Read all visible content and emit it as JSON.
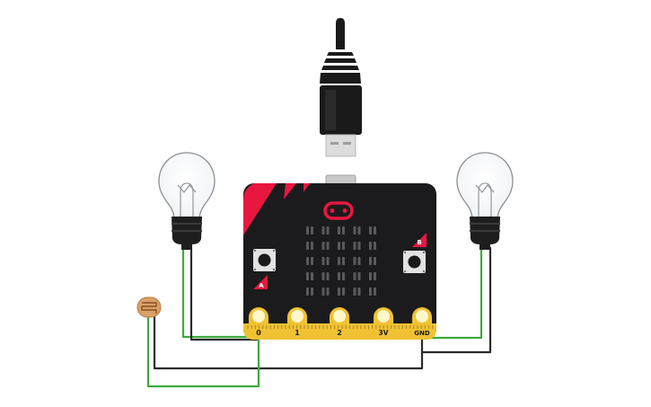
{
  "board": {
    "pins": [
      {
        "id": "pin0",
        "label": "0"
      },
      {
        "id": "pin1",
        "label": "1"
      },
      {
        "id": "pin2",
        "label": "2"
      },
      {
        "id": "pin3v",
        "label": "3V"
      },
      {
        "id": "pingnd",
        "label": "GND"
      }
    ],
    "button_a_label": "A",
    "button_b_label": "B"
  },
  "colors": {
    "board": "#1b1b1d",
    "accent_red": "#e8173f",
    "gold": "#f0c233",
    "gold_dark": "#a88624",
    "wire_green": "#3daa3d",
    "wire_dark": "#2b2b2b",
    "bulb_base": "#1e1e1e",
    "ldr": "#d9a068"
  },
  "icons": [
    "usb-cable-icon",
    "light-bulb-icon",
    "photoresistor-icon"
  ]
}
